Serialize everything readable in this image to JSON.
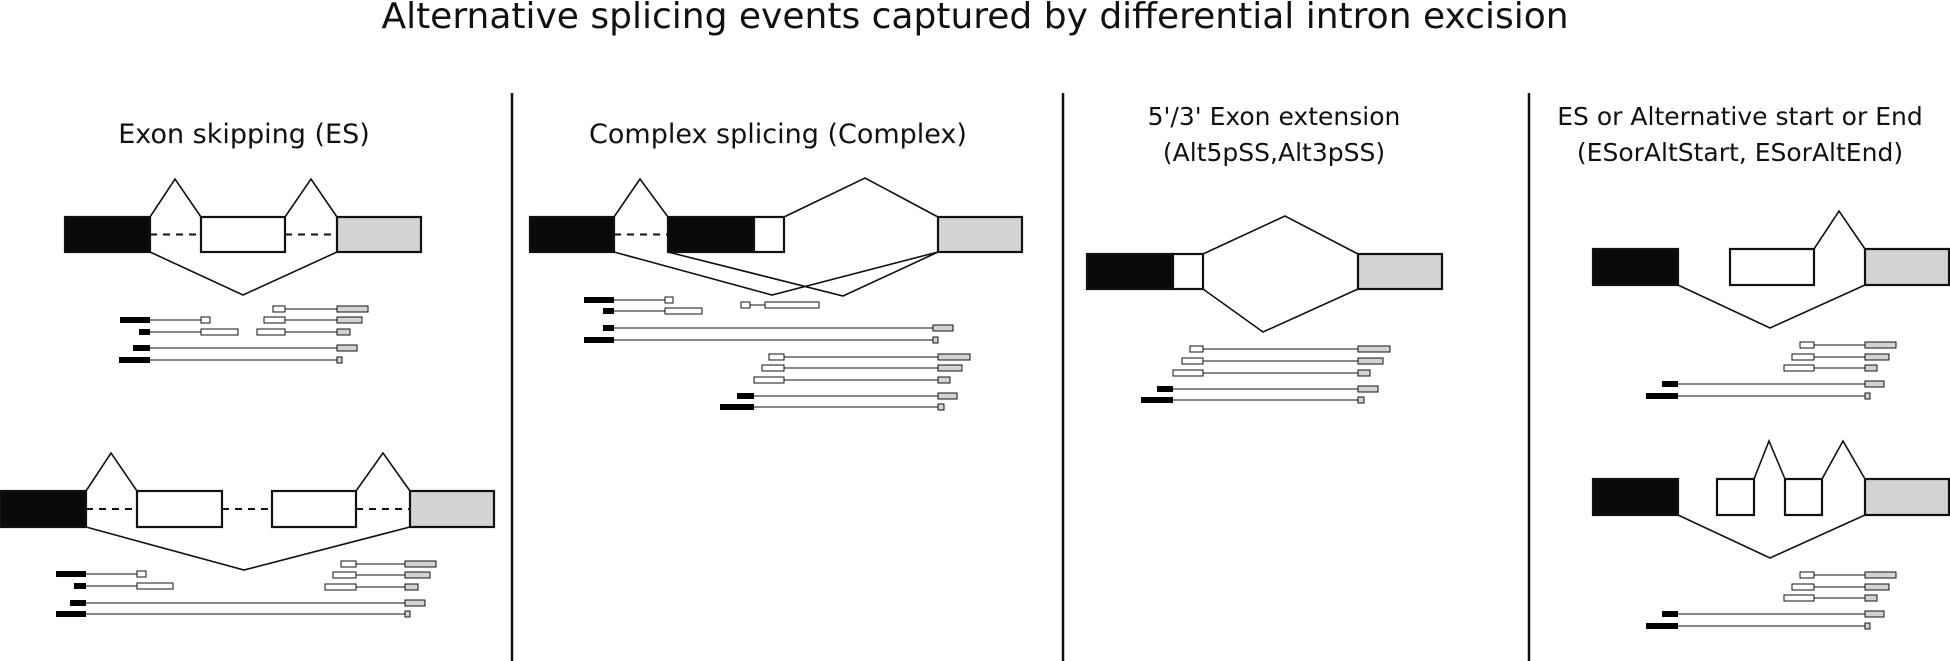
{
  "title": "Alternative splicing events captured by differential intron excision",
  "panels": [
    {
      "id": "es",
      "label_lines": [
        "Exon skipping (ES)"
      ]
    },
    {
      "id": "complex",
      "label_lines": [
        "Complex splicing (Complex)"
      ]
    },
    {
      "id": "alt53",
      "label_lines": [
        "5'/3' Exon extension",
        "(Alt5pSS,Alt3pSS)"
      ]
    },
    {
      "id": "esalt",
      "label_lines": [
        "ES or Alternative start or End",
        "(ESorAltStart, ESorAltEnd)"
      ]
    }
  ],
  "colors": {
    "exon_first": "#0a0a0a",
    "exon_middle": "#ffffff",
    "exon_last": "#d3d3d3",
    "line": "#111111",
    "divider": "#111111"
  }
}
